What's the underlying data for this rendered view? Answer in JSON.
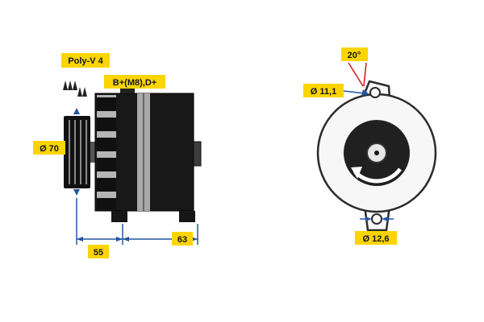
{
  "diagram": {
    "labels": {
      "belt_type": "Poly-V 4",
      "terminals": "B+(M8),D+",
      "pulley_diameter": "Ø 70",
      "dim_pulley_to_flange": "55",
      "dim_flange_to_rear": "63",
      "lug_angle": "20°",
      "top_hole_diameter": "Ø 11,1",
      "bottom_hole_diameter": "Ø 12,6"
    },
    "colors": {
      "label_background": "#fcd500",
      "label_text": "#141428",
      "dimension_blue": "#2355a4",
      "angle_red": "#d22020",
      "body_black": "#181818",
      "body_gray": "#b5b5b5"
    }
  }
}
